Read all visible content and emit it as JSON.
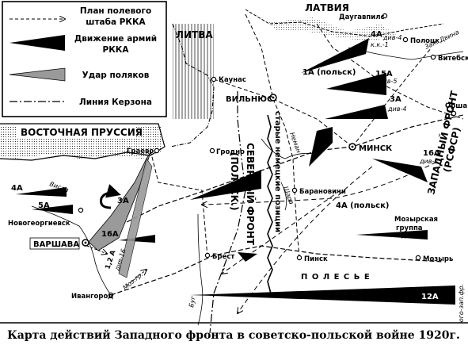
{
  "caption": "Карта действий Западного фронта в советско-польской войне 1920г.",
  "legend": {
    "hq_plan": "План полевого штаба РККА",
    "rkka_move": "Движение армий РККА",
    "polish_strike": "Удар поляков",
    "curzon": "Линия Керзона"
  },
  "regions": {
    "latvia": "ЛАТВИЯ",
    "lithuania": "ЛИТВА",
    "east_prussia": "ВОСТОЧНАЯ ПРУССИЯ",
    "polesye": "П О Л Е С Ь Е"
  },
  "cities": {
    "daugavpils": "Даугавпилс",
    "polotsk": "Полоцк",
    "vitebsk": "Витебск",
    "orsha": "Орша",
    "kaunas": "Каунас",
    "vilnius": "ВИЛЬНЮС",
    "minsk": "МИНСК",
    "grodno": "Гродно",
    "grajewo": "Граево",
    "baranovichi": "Барановичи",
    "novogeorgievsk": "Новогеоргиевск",
    "warsaw": "ВАРШАВА",
    "brest": "Брест",
    "pinsk": "Пинск",
    "mozyr": "Мозырь",
    "ivangorod": "Ивангород"
  },
  "armies": {
    "a4_top": "4А",
    "a4_top_sub": "див-4",
    "a4_top_sub2": "к.к.-1",
    "a15": "15А",
    "a15_sub": "див-5",
    "a3_top": "3А",
    "a3_top_sub": "див-4",
    "a1_pol": "1А (польск)",
    "a16_e": "16А",
    "a16_e_sub": "див-4",
    "a4_pol": "4А (польск)",
    "mozyr_group": "Мозырская",
    "mozyr_group2": "группа",
    "mozyr_group3": "див-1",
    "a12": "12А",
    "a4_w": "4А",
    "a5_w": "5А",
    "a3_w": "3А",
    "a16_w": "16А",
    "pol_12": "1,2 А",
    "pol_12_sub": "див-16",
    "moz_gr": "Моз.гр.",
    "sw_front": "юго-зап.фр."
  },
  "fronts": {
    "western": "ЗАПАДНЫЙ ФРОНТ",
    "western_sub": "(РСФСР)",
    "northern": "СЕВЕРНЫЙ ФРОНТ",
    "northern_sub": "(ПОЛЬСК.)",
    "german_pos": "старые немецкие позиции"
  },
  "rivers": {
    "vistula": "Висла",
    "neman": "Неман",
    "shchara": "Щара",
    "zdvina": "Зап. Двина",
    "bug": "Буг"
  }
}
